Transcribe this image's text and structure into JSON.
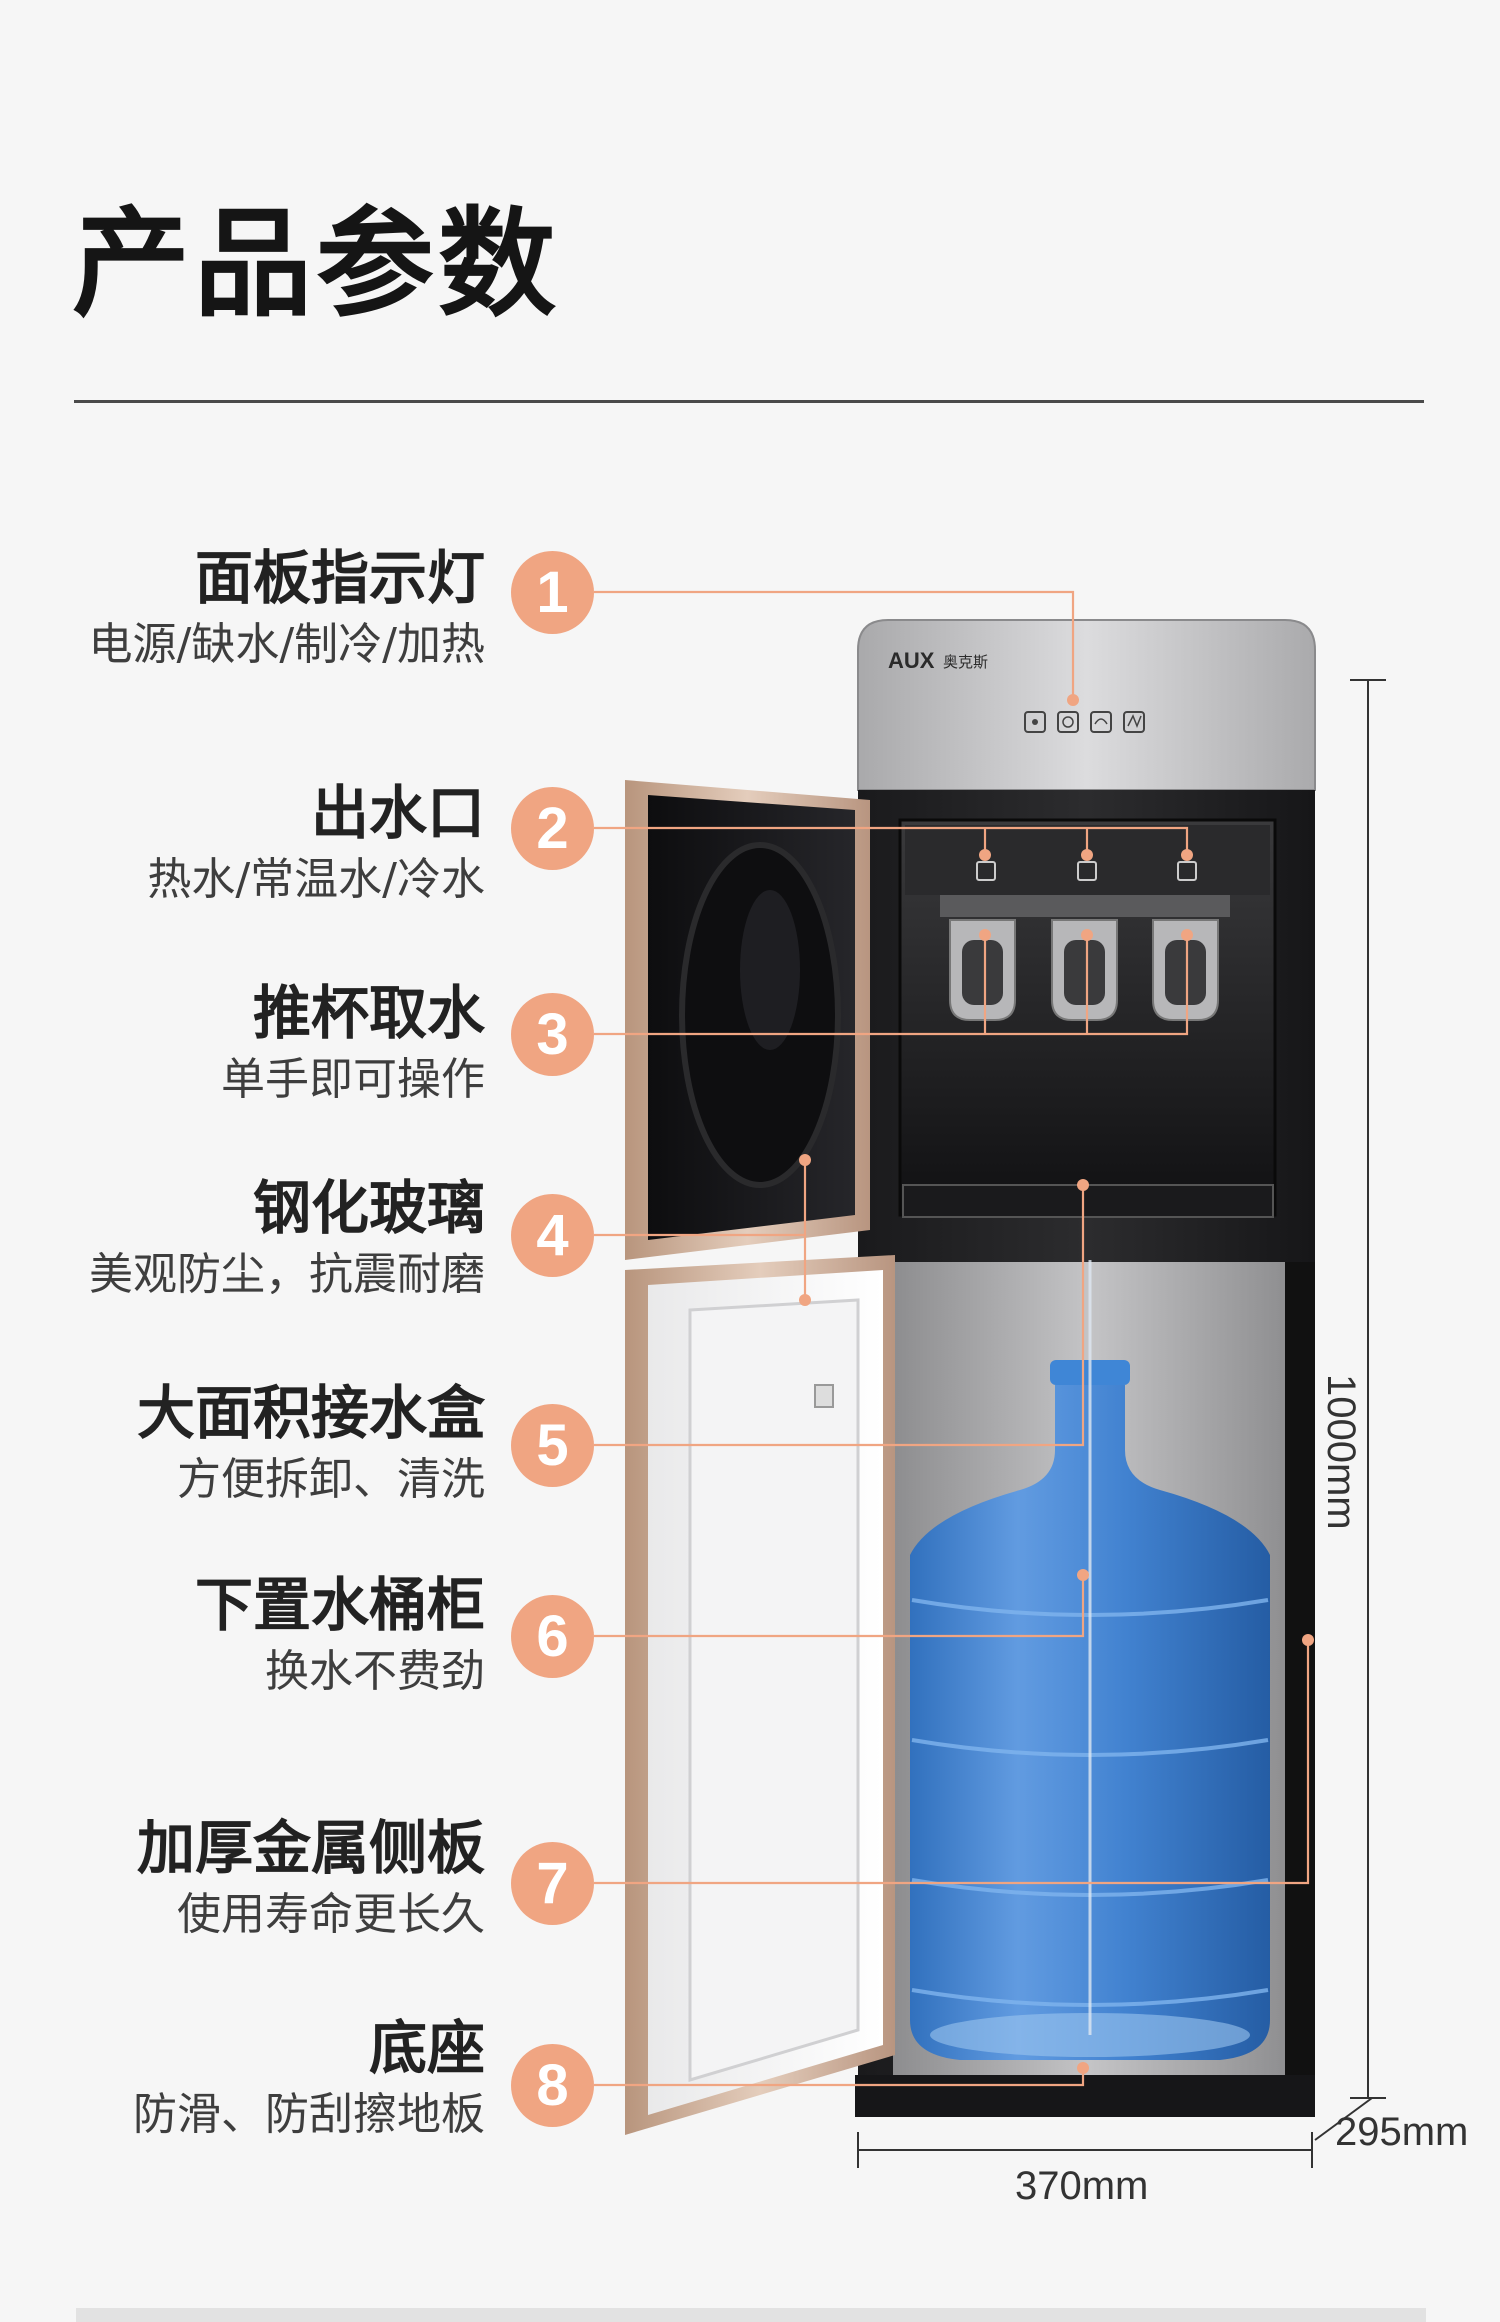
{
  "page": {
    "title": "产品参数"
  },
  "features": [
    {
      "number": "1",
      "title": "面板指示灯",
      "subtitle": "电源/缺水/制冷/加热"
    },
    {
      "number": "2",
      "title": "出水口",
      "subtitle": "热水/常温水/冷水"
    },
    {
      "number": "3",
      "title": "推杯取水",
      "subtitle": "单手即可操作"
    },
    {
      "number": "4",
      "title": "钢化玻璃",
      "subtitle": "美观防尘，抗震耐磨"
    },
    {
      "number": "5",
      "title": "大面积接水盒",
      "subtitle": "方便拆卸、清洗"
    },
    {
      "number": "6",
      "title": "下置水桶柜",
      "subtitle": "换水不费劲"
    },
    {
      "number": "7",
      "title": "加厚金属侧板",
      "subtitle": "使用寿命更长久"
    },
    {
      "number": "8",
      "title": "底座",
      "subtitle": "防滑、防刮擦地板"
    }
  ],
  "product": {
    "brand_logo": "AUX",
    "brand_cn": "奥克斯"
  },
  "dimensions": {
    "height": "1000mm",
    "width": "370mm",
    "depth": "295mm"
  },
  "colors": {
    "badge": "#f0a582",
    "leader_line": "#f0a582"
  }
}
